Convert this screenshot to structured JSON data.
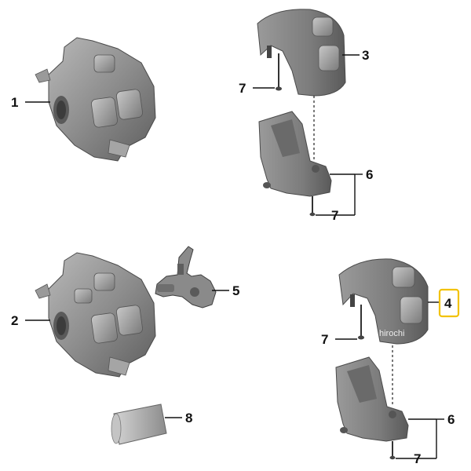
{
  "diagram": {
    "callouts": {
      "c1": "1",
      "c2": "2",
      "c3": "3",
      "c4": "4",
      "c5": "5",
      "c6a": "6",
      "c6b": "6",
      "c7a": "7",
      "c7b": "7",
      "c7c": "7",
      "c7d": "7",
      "c8": "8"
    },
    "watermark": "hirochi",
    "highlight_color": "#f2c200"
  }
}
